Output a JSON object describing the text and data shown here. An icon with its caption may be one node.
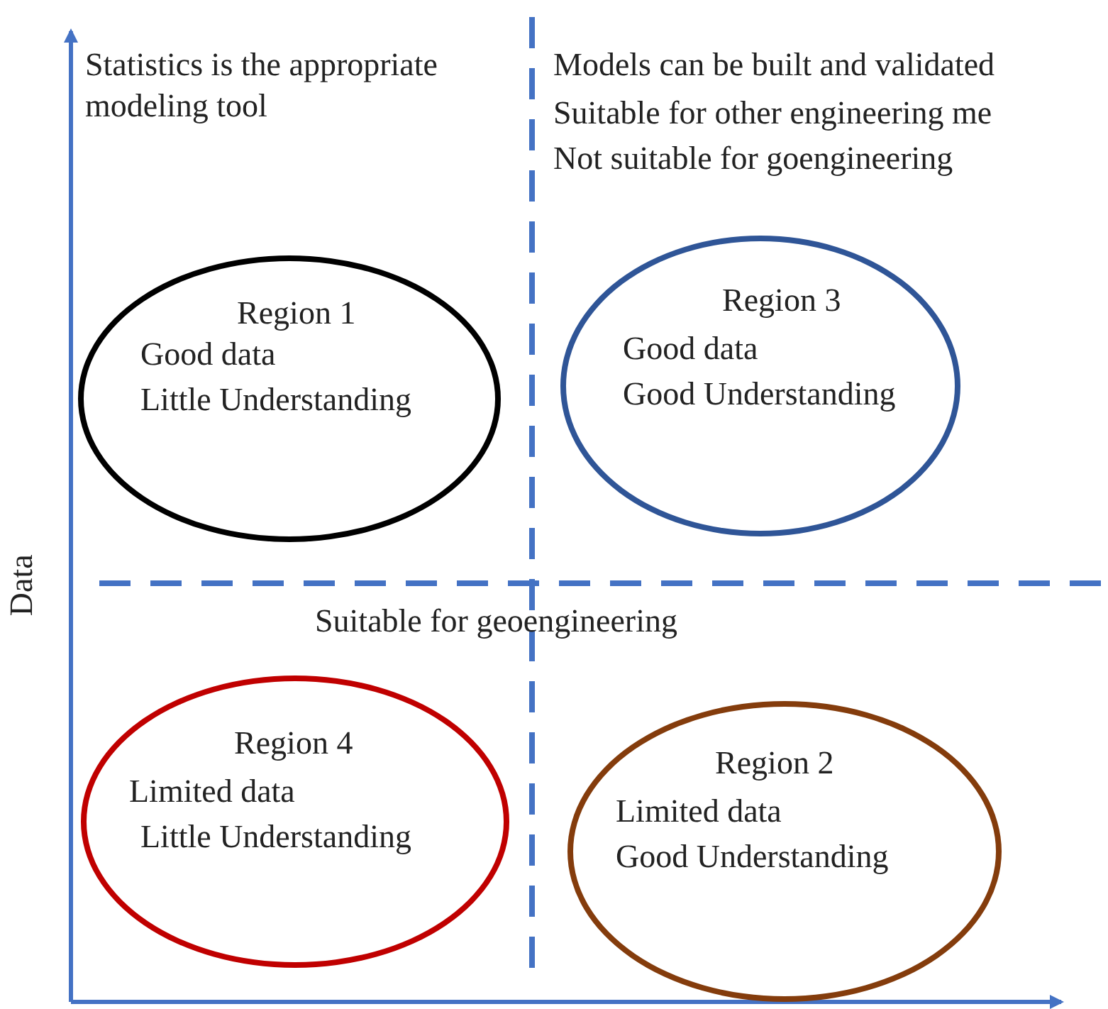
{
  "diagram": {
    "nodes": [
      {
        "text": [
          "Region 1",
          "Good data",
          "Little Understanding"
        ]
      },
      {
        "text": [
          "Region 3",
          "Good data",
          "Good Understanding"
        ]
      },
      {
        "text": [
          "Region 4",
          "Limited data",
          "Little Understanding"
        ]
      },
      {
        "text": [
          "Region 2",
          "Limited data",
          "Good Understanding"
        ]
      }
    ],
    "edges": [],
    "labels": [
      "Statistics is the appropriate modeling tool",
      "Models can be built and validated",
      "Suitable for other engineering me",
      "Not suitable for goengineering",
      "Data",
      "Suitable for geoengineering"
    ]
  }
}
